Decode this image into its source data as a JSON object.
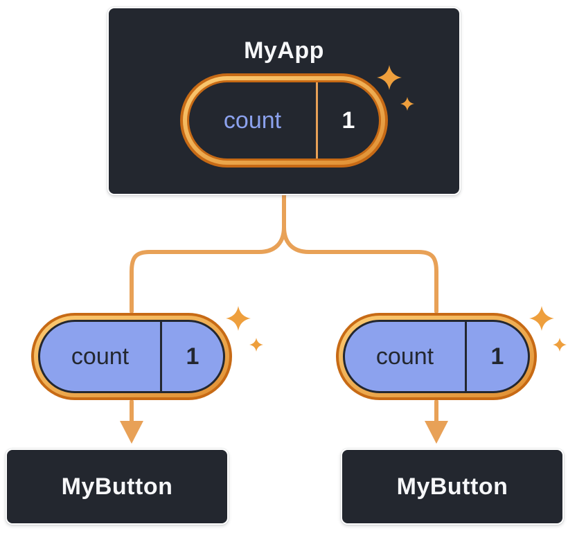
{
  "root_node": {
    "title": "MyApp",
    "state": {
      "key": "count",
      "value": "1"
    }
  },
  "children": [
    {
      "title": "MyButton",
      "prop": {
        "key": "count",
        "value": "1"
      }
    },
    {
      "title": "MyButton",
      "prop": {
        "key": "count",
        "value": "1"
      }
    }
  ],
  "icons": {
    "sparkle": "sparkle-icon"
  },
  "colors": {
    "canvas_bg": "#FFFFFF",
    "node_bg": "#23272F",
    "node_border": "#FFFFFF",
    "node_text": "#F6F7F9",
    "pill_ring": "#C76A15",
    "pill_band_light": "#FCCB72",
    "pill_band_dark": "#E08F33",
    "state_pill_bg": "#23272F",
    "state_key_text": "#8CA2EE",
    "state_value_text": "#FFFFFF",
    "prop_pill_bg": "#8CA2EE",
    "prop_text": "#23272F",
    "connector": "#E8A157",
    "sparkle": "#EE9F3D"
  }
}
